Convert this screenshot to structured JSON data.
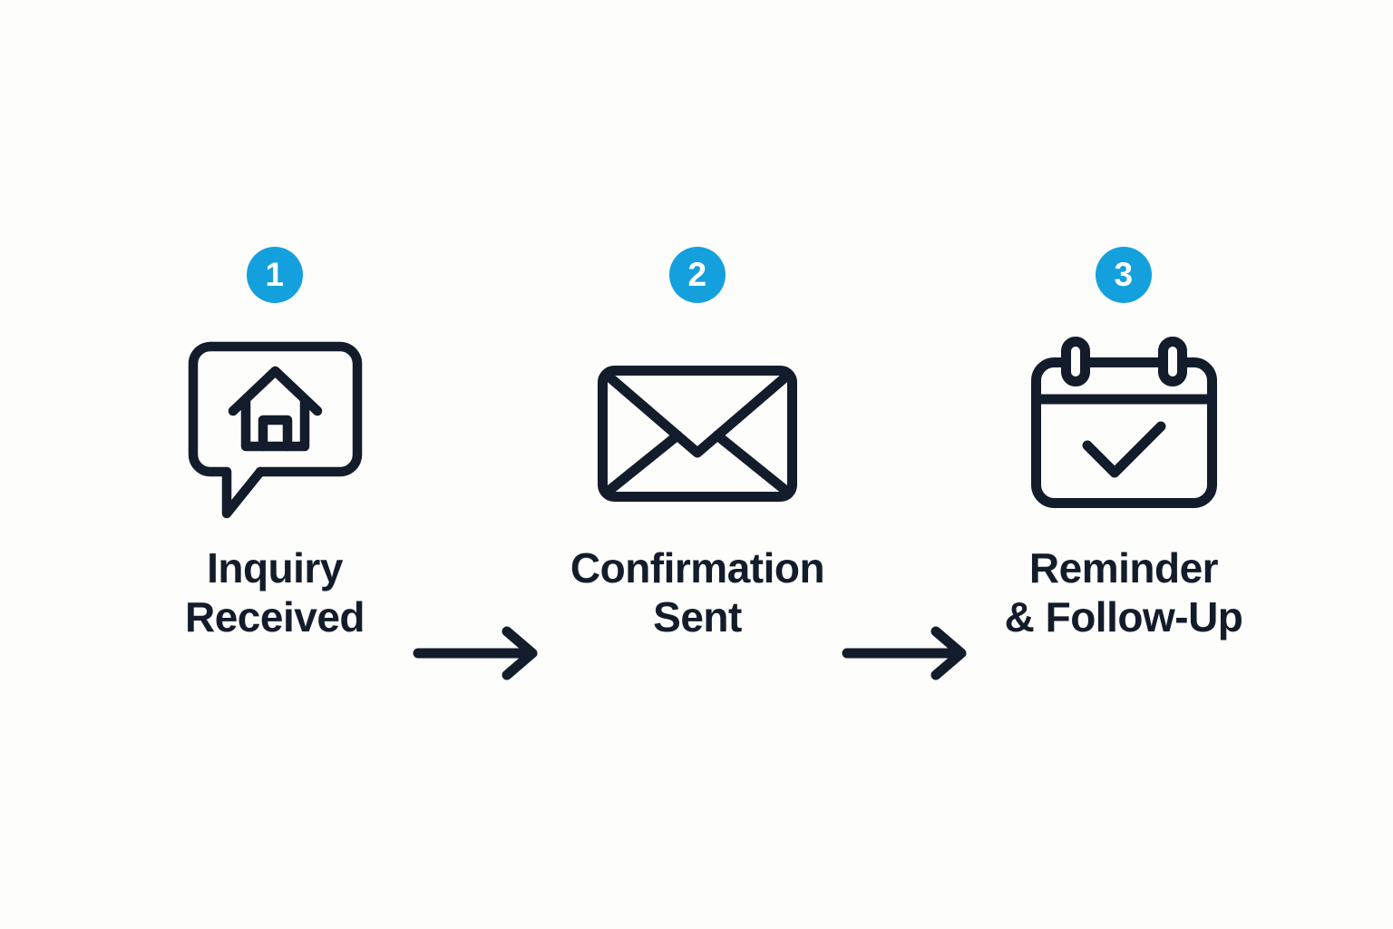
{
  "theme": {
    "background": "#fdfdfb",
    "ink": "#131c2b",
    "accent": "#14a0dc",
    "badge_text": "#ffffff"
  },
  "diagram": {
    "type": "horizontal-process-flow",
    "step_count": 3,
    "connector": "arrow-right"
  },
  "steps": [
    {
      "number": "1",
      "icon": "speech-bubble-house-icon",
      "label_lines": [
        "Inquiry",
        "Received"
      ]
    },
    {
      "number": "2",
      "icon": "envelope-icon",
      "label_lines": [
        "Confirmation",
        "Sent"
      ]
    },
    {
      "number": "3",
      "icon": "calendar-check-icon",
      "label_lines": [
        "Reminder",
        "& Follow-Up"
      ]
    }
  ],
  "connectors": [
    {
      "icon": "arrow-right-icon",
      "from": "1",
      "to": "2"
    },
    {
      "icon": "arrow-right-icon",
      "from": "2",
      "to": "3"
    }
  ]
}
